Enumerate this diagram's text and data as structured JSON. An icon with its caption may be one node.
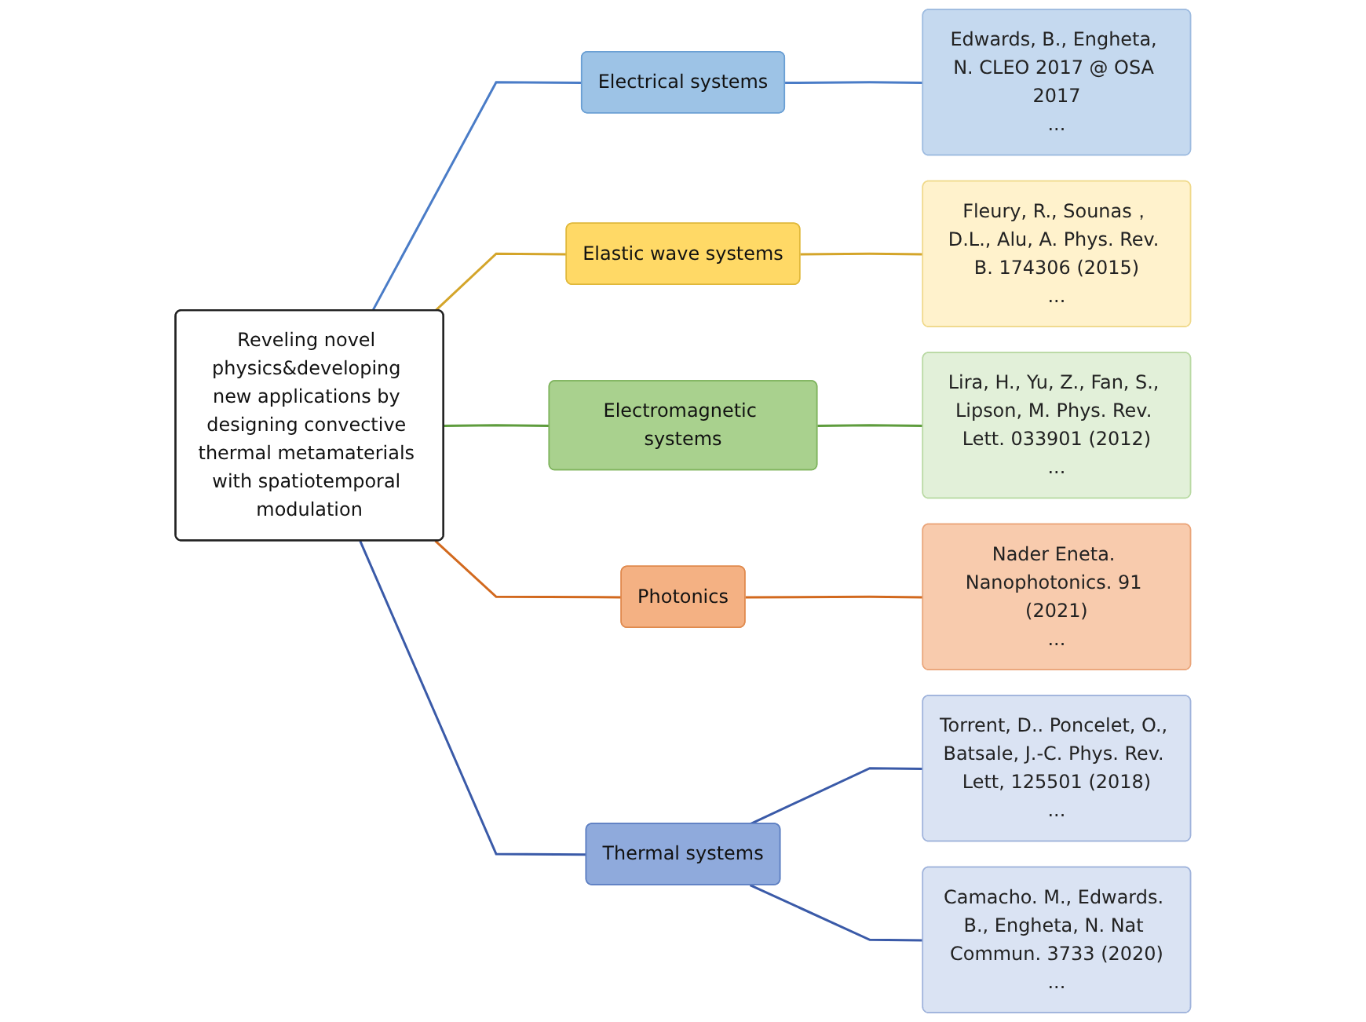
{
  "diagram": {
    "nodes": [
      {
        "text": [
          "Reveling novel physics&developing new applications by designing convective thermal metamaterials with spatiotemporal modulation"
        ]
      },
      {
        "text": [
          "Electrical systems"
        ]
      },
      {
        "text": [
          "Elastic wave systems"
        ]
      },
      {
        "text": [
          "Electromagnetic systems"
        ]
      },
      {
        "text": [
          "Photonics"
        ]
      },
      {
        "text": [
          "Thermal systems"
        ]
      },
      {
        "text": [
          "Edwards, B., Engheta, N. CLEO 2017 @ OSA 2017",
          "..."
        ]
      },
      {
        "text": [
          "Fleury, R., Sounas，D.L., Alu, A. Phys. Rev. B. 174306 (2015)",
          "..."
        ]
      },
      {
        "text": [
          "Lira, H., Yu, Z., Fan, S., Lipson, M. Phys. Rev. Lett. 033901 (2012)",
          "..."
        ]
      },
      {
        "text": [
          "Nader Eneta. Nanophotonics. 91 (2021)",
          "..."
        ]
      },
      {
        "text": [
          "Torrent, D.. Poncelet, O., Batsale, J.-C. Phys. Rev. Lett, 125501 (2018)",
          "..."
        ]
      },
      {
        "text": [
          "Camacho. M., Edwards. B., Engheta, N. Nat Commun. 3733 (2020)",
          "..."
        ]
      }
    ],
    "edges": [
      {
        "from": 0,
        "to": 1,
        "arrow": "none",
        "color": "#4a7cc7"
      },
      {
        "from": 0,
        "to": 2,
        "arrow": "none",
        "color": "#d4a52a"
      },
      {
        "from": 0,
        "to": 3,
        "arrow": "none",
        "color": "#5e9c3d"
      },
      {
        "from": 0,
        "to": 4,
        "arrow": "none",
        "color": "#d2691e"
      },
      {
        "from": 0,
        "to": 5,
        "arrow": "none",
        "color": "#3a5aa8"
      },
      {
        "from": 1,
        "to": 6,
        "arrow": "none",
        "color": "#4a7cc7"
      },
      {
        "from": 2,
        "to": 7,
        "arrow": "none",
        "color": "#d4a52a"
      },
      {
        "from": 3,
        "to": 8,
        "arrow": "none",
        "color": "#5e9c3d"
      },
      {
        "from": 4,
        "to": 9,
        "arrow": "none",
        "color": "#d2691e"
      },
      {
        "from": 5,
        "to": 10,
        "arrow": "none",
        "color": "#3a5aa8"
      },
      {
        "from": 5,
        "to": 11,
        "arrow": "none",
        "color": "#3a5aa8"
      }
    ]
  }
}
